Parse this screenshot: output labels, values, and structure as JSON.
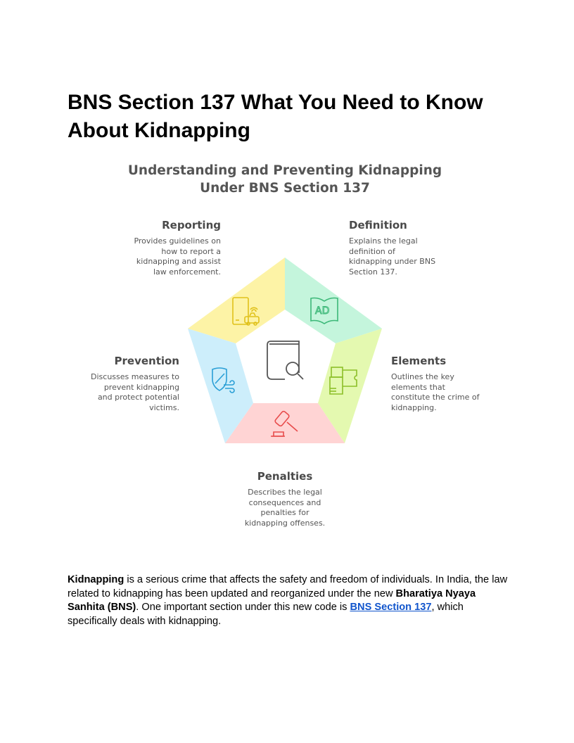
{
  "title": "BNS Section 137 What You Need to Know About Kidnapping",
  "diagram": {
    "title_line1": "Understanding and Preventing Kidnapping",
    "title_line2": "Under BNS Section 137",
    "segments": [
      {
        "name": "Reporting",
        "desc": "Provides guidelines on\nhow to report a\nkidnapping and assist\nlaw enforcement.",
        "color": "#fdf3a6",
        "icon": "phone-taxi-icon"
      },
      {
        "name": "Definition",
        "desc": "Explains the legal\ndefinition of\nkidnapping under BNS\nSection 137.",
        "color": "#c4f5dc",
        "icon": "open-book-ad-icon"
      },
      {
        "name": "Elements",
        "desc": "Outlines the key\nelements that\nconstitute the crime of\nkidnapping.",
        "color": "#e4f9b0",
        "icon": "puzzle-icon"
      },
      {
        "name": "Penalties",
        "desc": "Describes the legal\nconsequences and\npenalties for\nkidnapping offenses.",
        "color": "#ffd4d4",
        "icon": "gavel-icon"
      },
      {
        "name": "Prevention",
        "desc": "Discusses measures to\nprevent kidnapping\nand protect potential\nvictims.",
        "color": "#cdeefb",
        "icon": "shield-wind-icon"
      }
    ],
    "center_icon": "book-search-icon"
  },
  "paragraph": {
    "b1": "Kidnapping",
    "t1": " is a serious crime that affects the safety and freedom of individuals. In India, the law related to kidnapping has been updated and reorganized under the new ",
    "b2": "Bharatiya Nyaya Sanhita (BNS)",
    "t2": ". One important section under this new code is ",
    "link": "BNS Section 137",
    "t3": ", which specifically deals with kidnapping."
  }
}
